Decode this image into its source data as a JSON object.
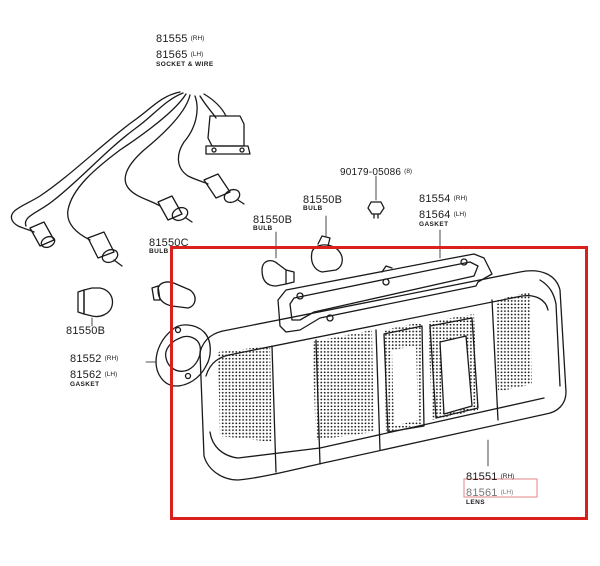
{
  "colors": {
    "line": "#1a1a1a",
    "highlight_box": "#d9201c",
    "lens_label_box": "#e79a9a"
  },
  "labels": {
    "socket_wire": {
      "num_rh": "81555",
      "side_rh": "(RH)",
      "num_lh": "81565",
      "side_lh": "(LH)",
      "desc": "SOCKET & WIRE"
    },
    "screw": {
      "num": "90179-05086",
      "qty": "(8)"
    },
    "lens_gasket": {
      "num_rh": "81554",
      "side_rh": "(RH)",
      "num_lh": "81564",
      "side_lh": "(LH)",
      "desc": "GASKET"
    },
    "bulb_b_top": {
      "num": "81550B",
      "desc": "BULB"
    },
    "bulb_b_mid": {
      "num": "81550B",
      "desc": "BULB"
    },
    "bulb_c": {
      "num": "81550C",
      "desc": "BULB"
    },
    "bulb_b_left": {
      "num": "81550B"
    },
    "socket_gasket": {
      "num_rh": "81552",
      "side_rh": "(RH)",
      "num_lh": "81562",
      "side_lh": "(LH)",
      "desc": "GASKET"
    },
    "lens": {
      "num_rh": "81551",
      "side_rh": "(RH)",
      "num_lh": "81561",
      "side_lh": "(LH)",
      "desc": "LENS"
    }
  }
}
